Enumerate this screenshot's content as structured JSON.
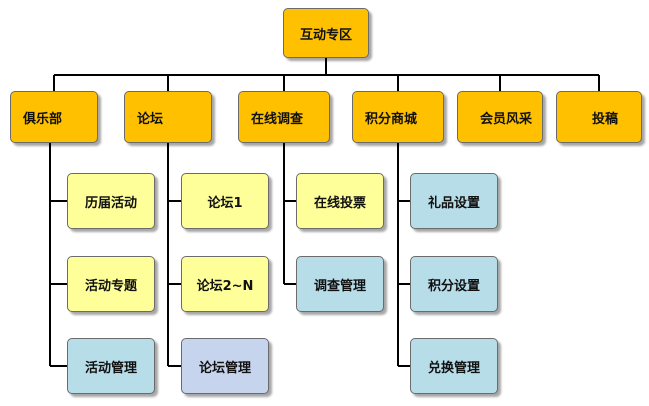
{
  "colors": {
    "top": "#ffc000",
    "yellow": "#ffff99",
    "teal": "#b7dde8",
    "lavender": "#c6d4ee",
    "line": "#000000"
  },
  "root": {
    "label": "互动专区",
    "color": "top"
  },
  "categories": [
    {
      "id": "club",
      "label": "俱乐部",
      "color": "top",
      "children": [
        {
          "label": "历届活动",
          "color": "yellow"
        },
        {
          "label": "活动专题",
          "color": "yellow"
        },
        {
          "label": "活动管理",
          "color": "teal"
        }
      ]
    },
    {
      "id": "forum",
      "label": "论坛",
      "color": "top",
      "children": [
        {
          "label": "论坛1",
          "color": "yellow"
        },
        {
          "label": "论坛2~N",
          "color": "yellow"
        },
        {
          "label": "论坛管理",
          "color": "lavender"
        }
      ]
    },
    {
      "id": "survey",
      "label": "在线调查",
      "color": "top",
      "children": [
        {
          "label": "在线投票",
          "color": "yellow"
        },
        {
          "label": "调查管理",
          "color": "teal"
        }
      ]
    },
    {
      "id": "points-mall",
      "label": "积分商城",
      "color": "top",
      "children": [
        {
          "label": "礼品设置",
          "color": "teal"
        },
        {
          "label": "积分设置",
          "color": "teal"
        },
        {
          "label": "兑换管理",
          "color": "teal"
        }
      ]
    },
    {
      "id": "member-showcase",
      "label": "会员风采",
      "color": "top",
      "children": []
    },
    {
      "id": "submission",
      "label": "投稿",
      "color": "top",
      "children": []
    }
  ]
}
